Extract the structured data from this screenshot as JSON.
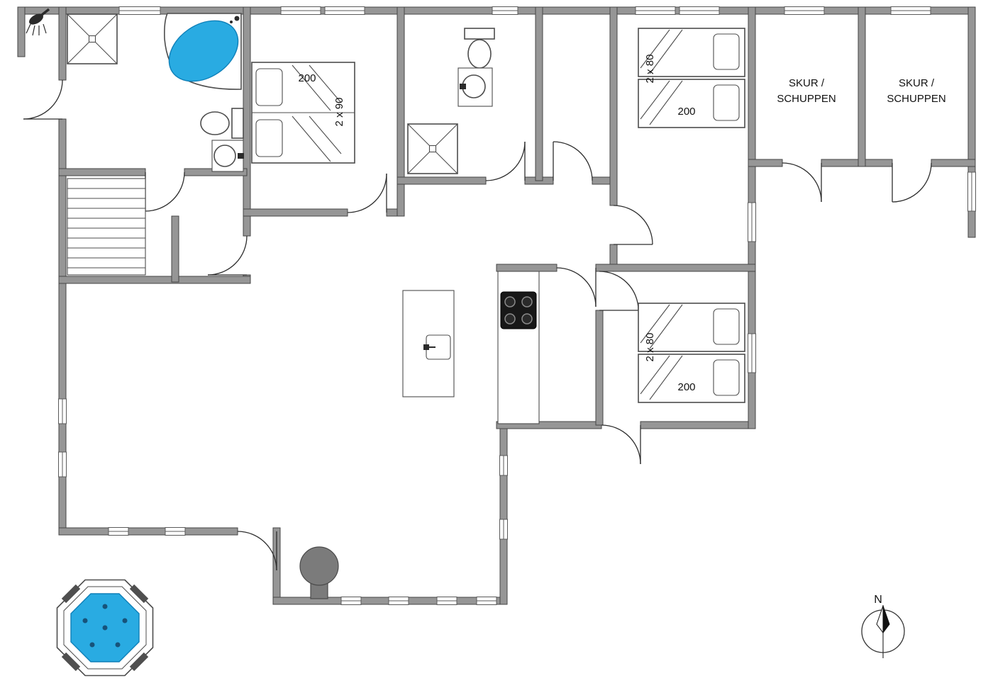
{
  "colors": {
    "wallFill": "#969696",
    "wallStroke": "#454545",
    "water": "#29ABE2",
    "waterStroke": "#0e7fb8",
    "jetDot": "#17537a",
    "doorStroke": "#2e2e2e",
    "fixtureStroke": "#4d4d4d",
    "cooktop": "#181818",
    "stoveGray": "#7b7b7b",
    "text": "#111111"
  },
  "floorplan": {
    "bedroom_double": {
      "width_label": "200",
      "beds_label": "2 x 90"
    },
    "bedroom_twin_top": {
      "beds_label": "2 x 80",
      "length_label": "200"
    },
    "bedroom_twin_bottom": {
      "beds_label": "2 x 80",
      "length_label": "200"
    },
    "shed_left": {
      "line1": "SKUR /",
      "line2": "SCHUPPEN"
    },
    "shed_right": {
      "line1": "SKUR /",
      "line2": "SCHUPPEN"
    },
    "compass": {
      "north_label": "N"
    }
  },
  "icons": {
    "outdoor_shower": "shower-head-icon",
    "shower_cabins": "shower-cabin-icon",
    "bathtub": "corner-bathtub-icon",
    "toilets": "toilet-icon",
    "sinks": "washbasin-icon",
    "beds": "bed-icon",
    "island": "kitchen-island-icon",
    "cooktop": "cooktop-icon",
    "wood_stove": "wood-burner-icon",
    "hot_tub": "hot-tub-icon",
    "compass": "compass-rose-icon",
    "stairs": "stairs-icon"
  }
}
